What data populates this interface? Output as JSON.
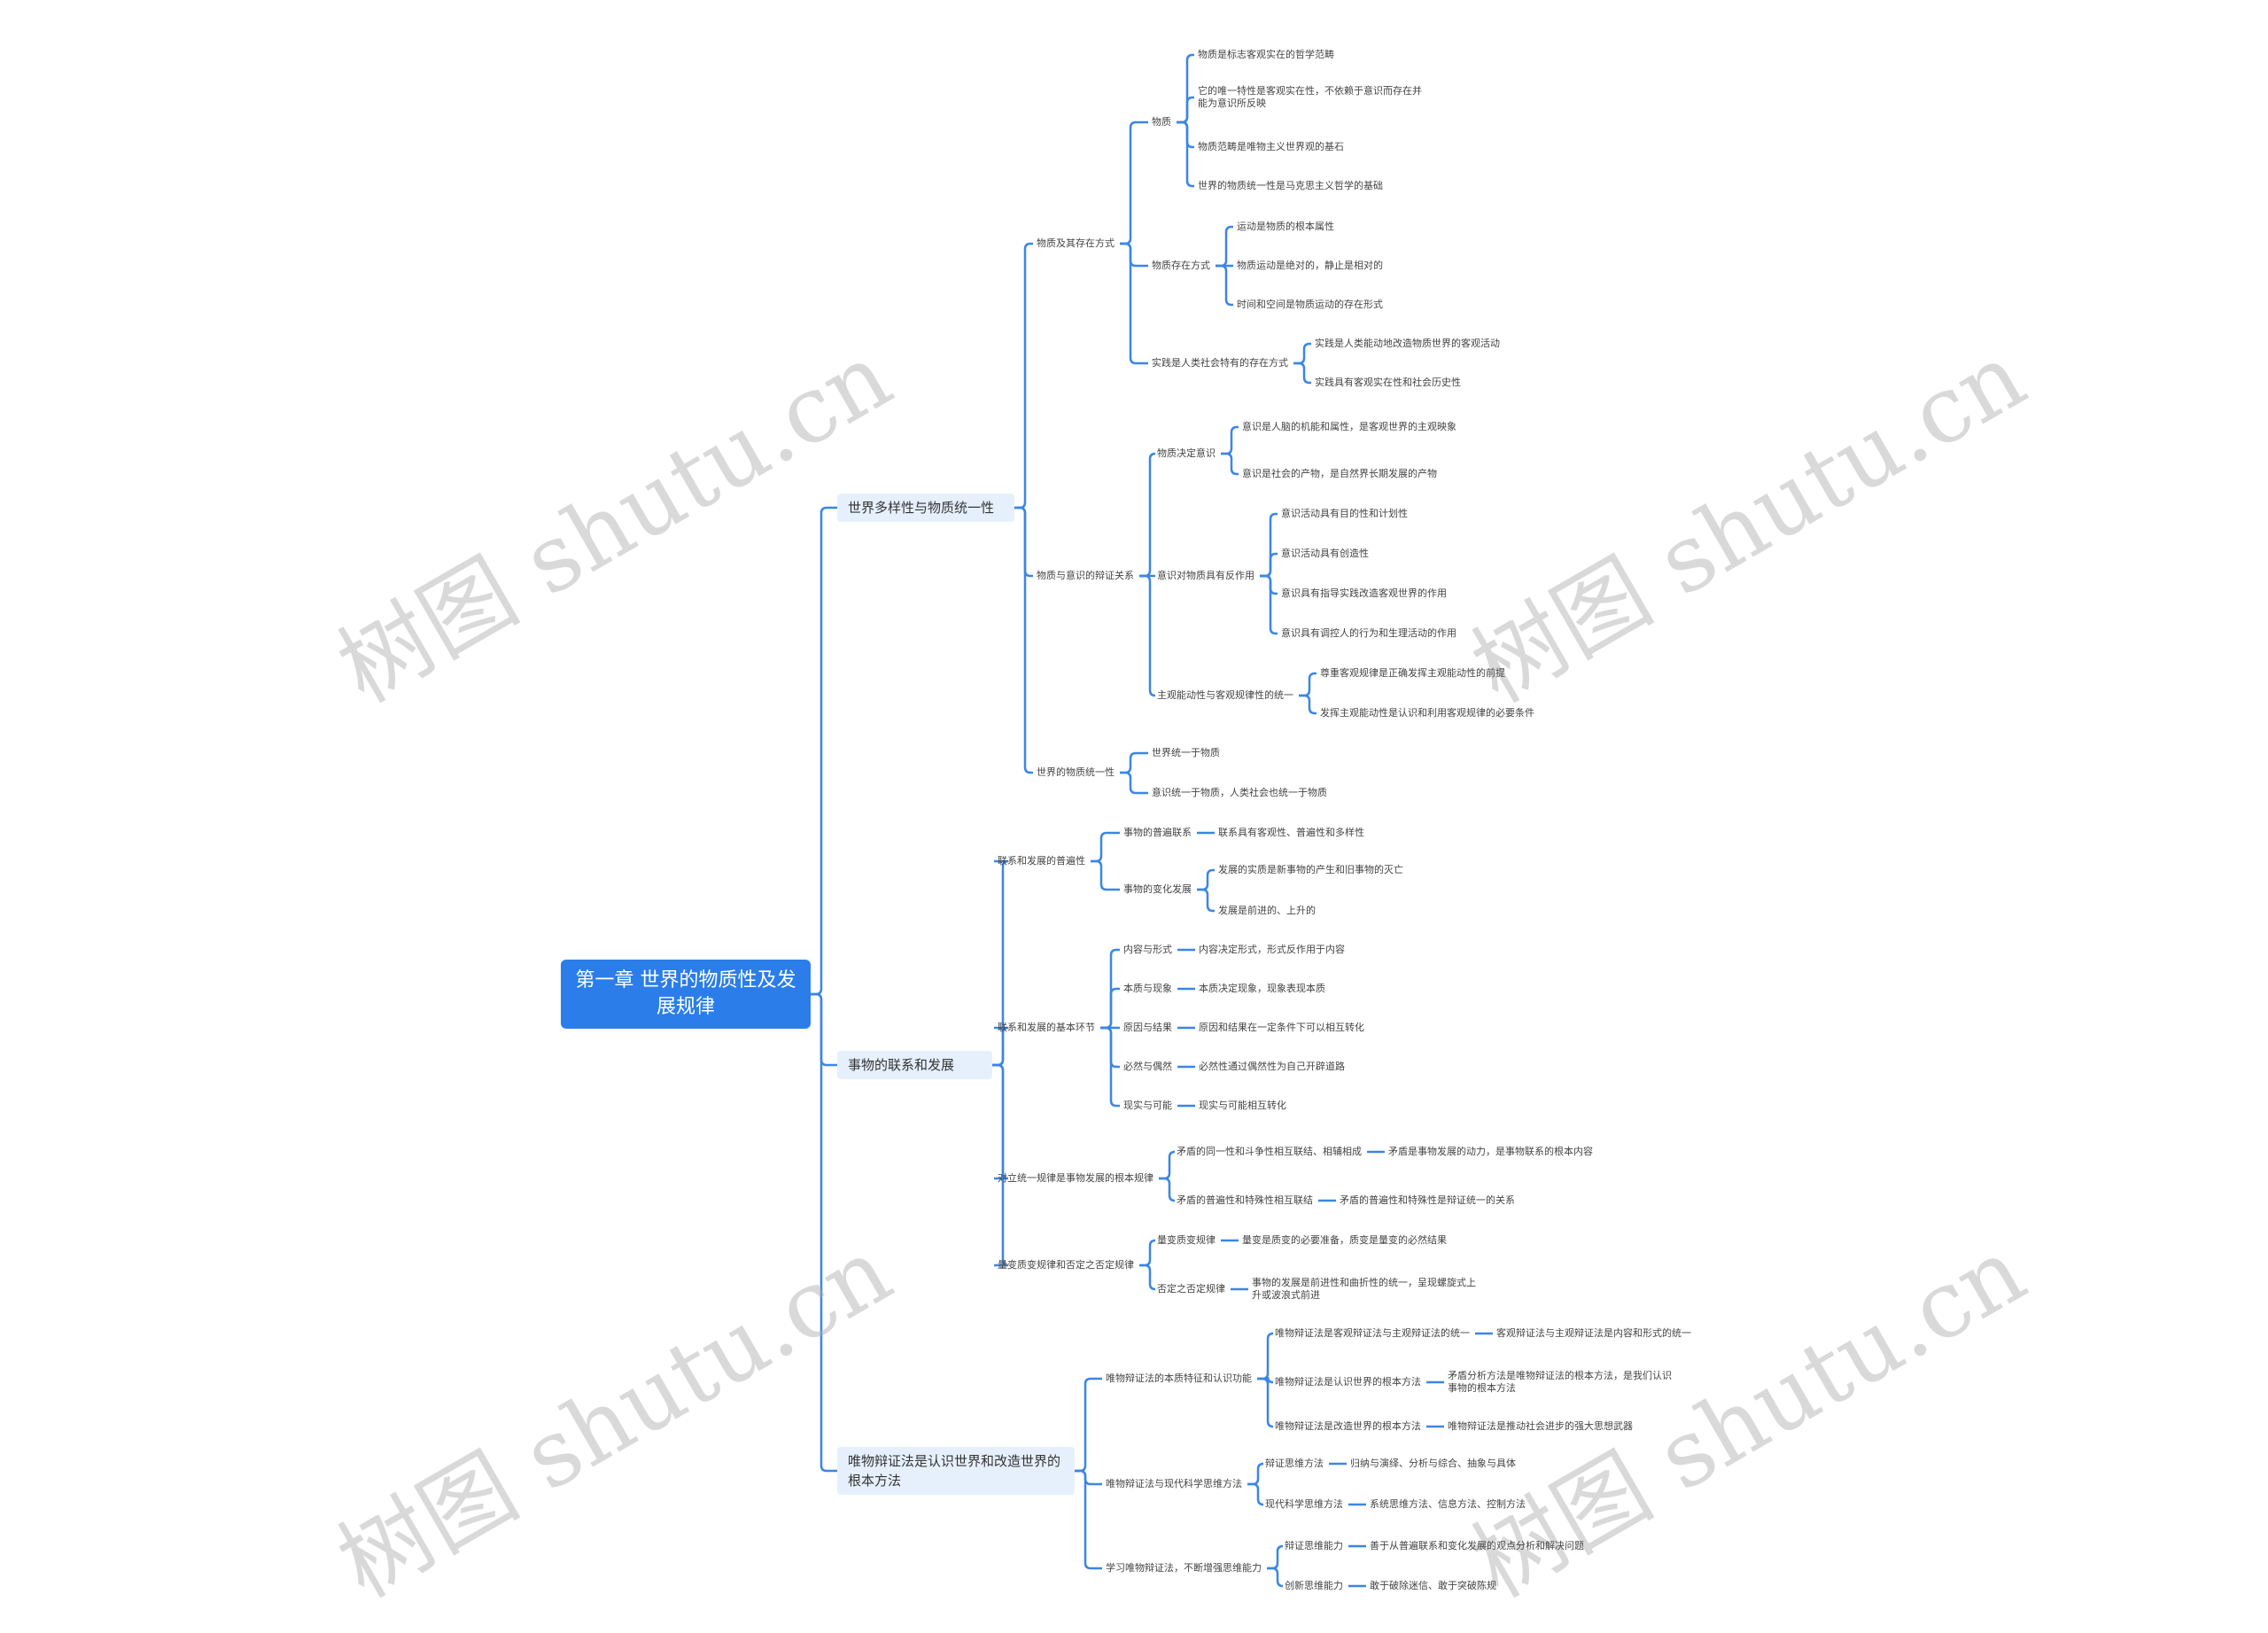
{
  "root": {
    "title": "第一章 世界的物质性及发展规律"
  },
  "branches": [
    {
      "label": "世界多样性与物质统一性",
      "children": [
        {
          "label": "物质及其存在方式",
          "children": [
            {
              "label": "物质",
              "children": [
                "物质是标志客观实在的哲学范畴",
                "它的唯一特性是客观实在性，不依赖于意识而存在并能为意识所反映",
                "物质范畴是唯物主义世界观的基石",
                "世界的物质统一性是马克思主义哲学的基础"
              ]
            },
            {
              "label": "物质存在方式",
              "children": [
                "运动是物质的根本属性",
                "物质运动是绝对的，静止是相对的",
                "时间和空间是物质运动的存在形式"
              ]
            },
            {
              "label": "实践是人类社会特有的存在方式",
              "children": [
                "实践是人类能动地改造物质世界的客观活动",
                "实践具有客观实在性和社会历史性"
              ]
            }
          ]
        },
        {
          "label": "物质与意识的辩证关系",
          "children": [
            {
              "label": "物质决定意识",
              "children": [
                "意识是人脑的机能和属性，是客观世界的主观映象",
                "意识是社会的产物，是自然界长期发展的产物"
              ]
            },
            {
              "label": "意识对物质具有反作用",
              "children": [
                "意识活动具有目的性和计划性",
                "意识活动具有创造性",
                "意识具有指导实践改造客观世界的作用",
                "意识具有调控人的行为和生理活动的作用"
              ]
            },
            {
              "label": "主观能动性与客观规律性的统一",
              "children": [
                "尊重客观规律是正确发挥主观能动性的前提",
                "发挥主观能动性是认识和利用客观规律的必要条件"
              ]
            }
          ]
        },
        {
          "label": "世界的物质统一性",
          "children": [
            "世界统一于物质",
            "意识统一于物质，人类社会也统一于物质"
          ]
        }
      ]
    },
    {
      "label": "事物的联系和发展",
      "children": [
        {
          "label": "联系和发展的普遍性",
          "children": [
            {
              "label": "事物的普遍联系",
              "children": [
                "联系具有客观性、普遍性和多样性"
              ]
            },
            {
              "label": "事物的变化发展",
              "children": [
                "发展的实质是新事物的产生和旧事物的灭亡",
                "发展是前进的、上升的"
              ]
            }
          ]
        },
        {
          "label": "联系和发展的基本环节",
          "children": [
            {
              "label": "内容与形式",
              "children": [
                "内容决定形式，形式反作用于内容"
              ]
            },
            {
              "label": "本质与现象",
              "children": [
                "本质决定现象，现象表现本质"
              ]
            },
            {
              "label": "原因与结果",
              "children": [
                "原因和结果在一定条件下可以相互转化"
              ]
            },
            {
              "label": "必然与偶然",
              "children": [
                "必然性通过偶然性为自己开辟道路"
              ]
            },
            {
              "label": "现实与可能",
              "children": [
                "现实与可能相互转化"
              ]
            }
          ]
        },
        {
          "label": "对立统一规律是事物发展的根本规律",
          "children": [
            {
              "label": "矛盾的同一性和斗争性相互联结、相辅相成",
              "children": [
                "矛盾是事物发展的动力，是事物联系的根本内容"
              ]
            },
            {
              "label": "矛盾的普遍性和特殊性相互联结",
              "children": [
                "矛盾的普遍性和特殊性是辩证统一的关系"
              ]
            }
          ]
        },
        {
          "label": "量变质变规律和否定之否定规律",
          "children": [
            {
              "label": "量变质变规律",
              "children": [
                "量变是质变的必要准备，质变是量变的必然结果"
              ]
            },
            {
              "label": "否定之否定规律",
              "children": [
                "事物的发展是前进性和曲折性的统一，呈现螺旋式上升或波浪式前进"
              ]
            }
          ]
        }
      ]
    },
    {
      "label": "唯物辩证法是认识世界和改造世界的根本方法",
      "children": [
        {
          "label": "唯物辩证法的本质特征和认识功能",
          "children": [
            {
              "label": "唯物辩证法是客观辩证法与主观辩证法的统一",
              "children": [
                "客观辩证法与主观辩证法是内容和形式的统一"
              ]
            },
            {
              "label": "唯物辩证法是认识世界的根本方法",
              "children": [
                "矛盾分析方法是唯物辩证法的根本方法，是我们认识事物的根本方法"
              ]
            },
            {
              "label": "唯物辩证法是改造世界的根本方法",
              "children": [
                "唯物辩证法是推动社会进步的强大思想武器"
              ]
            }
          ]
        },
        {
          "label": "唯物辩证法与现代科学思维方法",
          "children": [
            {
              "label": "辩证思维方法",
              "children": [
                "归纳与演绎、分析与综合、抽象与具体"
              ]
            },
            {
              "label": "现代科学思维方法",
              "children": [
                "系统思维方法、信息方法、控制方法"
              ]
            }
          ]
        },
        {
          "label": "学习唯物辩证法，不断增强思维能力",
          "children": [
            {
              "label": "辩证思维能力",
              "children": [
                "善于从普遍联系和变化发展的观点分析和解决问题"
              ]
            },
            {
              "label": "创新思维能力",
              "children": [
                "敢于破除迷信、敢于突破陈规"
              ]
            }
          ]
        }
      ]
    }
  ],
  "watermark": "树图 shutu.cn",
  "colors": {
    "root_bg": "#2b7de9",
    "line": "#3b86e6",
    "branch_bg": "#e6f0fd"
  }
}
